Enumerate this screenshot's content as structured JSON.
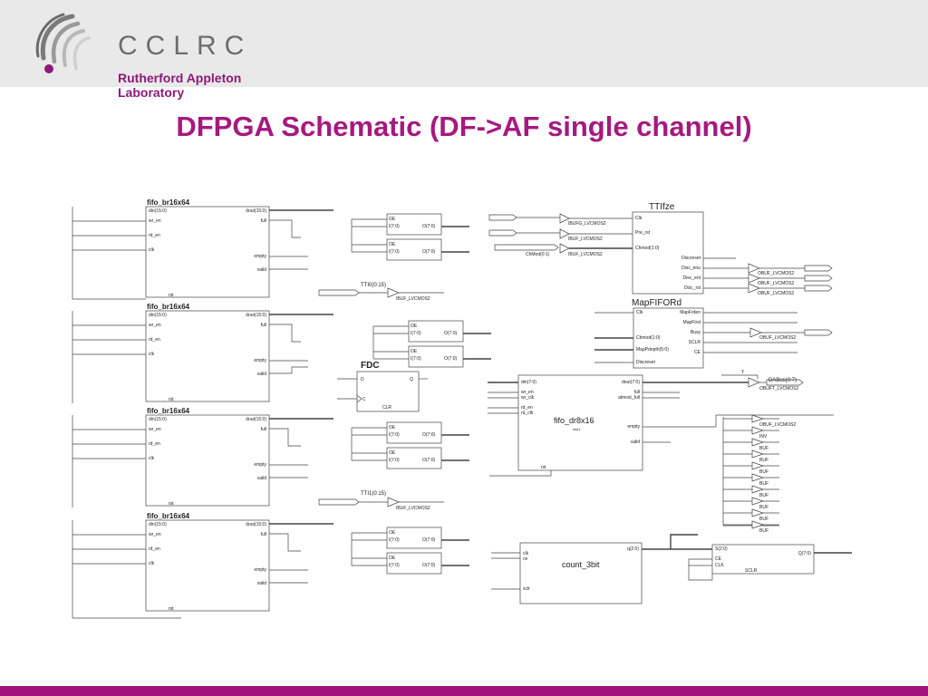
{
  "logo": {
    "org": "CCLRC",
    "lab": "Rutherford Appleton Laboratory"
  },
  "slide": {
    "title": "DFPGA Schematic (DF->AF single channel)"
  },
  "schematic": {
    "fifo_br16x64": {
      "title": "fifo_br16x64",
      "inputs": [
        "din(15:0)",
        "wr_en",
        "rd_en",
        "clk"
      ],
      "outputs": [
        "dout(15:0)",
        "full",
        "empty",
        "valid"
      ],
      "bottom_pin": "rst"
    },
    "buffer_pair": {
      "oe": "OE",
      "in": "I(7:0)",
      "out": "O(7:0)"
    },
    "tti0": {
      "net": "TTI0(0:15)",
      "buf": "IBUF_LVCMOS2"
    },
    "tti1": {
      "net": "TTI1(0:15)",
      "buf": "IBUF_LVCMOS2"
    },
    "fdc": {
      "title": "FDC",
      "d": "D",
      "q": "Q",
      "c": "C",
      "clr": "CLR"
    },
    "ttifze": {
      "title": "TTIfze",
      "pins": [
        "Clk",
        "Pre_rst",
        "Chmod(1:0)",
        "Discreset",
        "Disc_enu",
        "Disc_ent",
        "Disc_rst"
      ],
      "in_bufs": [
        "IBUFG_LVCMOS2",
        "IBUF_LVCMOS2",
        "IBUF_LVCMOS2"
      ],
      "chmod_net": "ChMod(0:1)",
      "out_bufs": [
        "OBUF_LVCMOS2",
        "OBUF_LVCMOS2",
        "OBUF_LVCMOS2"
      ]
    },
    "mapfiford": {
      "title": "MapFIFORd",
      "left_pins": [
        "Clk",
        "Chmod(1:0)",
        "MapPdepth(5:0)",
        "Discreset"
      ],
      "right_pins": [
        "MapFrden",
        "MapFirst",
        "Busy",
        "SCLR",
        "CE"
      ],
      "out_buf": "OBUF_LVCMOS2"
    },
    "fifo_dr8x16": {
      "title": "fifo_dr8x16",
      "sub": "inst1",
      "left_pins": [
        "din(7:0)",
        "wr_en",
        "wr_clk",
        "rd_en",
        "rd_clk"
      ],
      "right_pins": [
        "dout(7:0)",
        "full",
        "almost_full",
        "empty",
        "valid"
      ],
      "bottom_pin": "rst"
    },
    "dabus": {
      "label": "DABus(0:7)",
      "y": "Y",
      "buf": "OBUFT_LVCMOS2"
    },
    "output_bufs": [
      "OBUF_LVCMOS2",
      "INV",
      "BUF",
      "BUF",
      "BUF",
      "BUF",
      "BUF",
      "BUF",
      "BUF",
      "BUF"
    ],
    "count_3bit": {
      "title": "count_3bit",
      "pins": [
        "clk",
        "ce",
        "sclr"
      ],
      "out": "q(2:0)"
    },
    "counter_reg": {
      "pins": [
        "S(2:0)",
        "CE",
        "CLK"
      ],
      "out": "Q(7:0)",
      "sclr": "SCLR"
    }
  }
}
